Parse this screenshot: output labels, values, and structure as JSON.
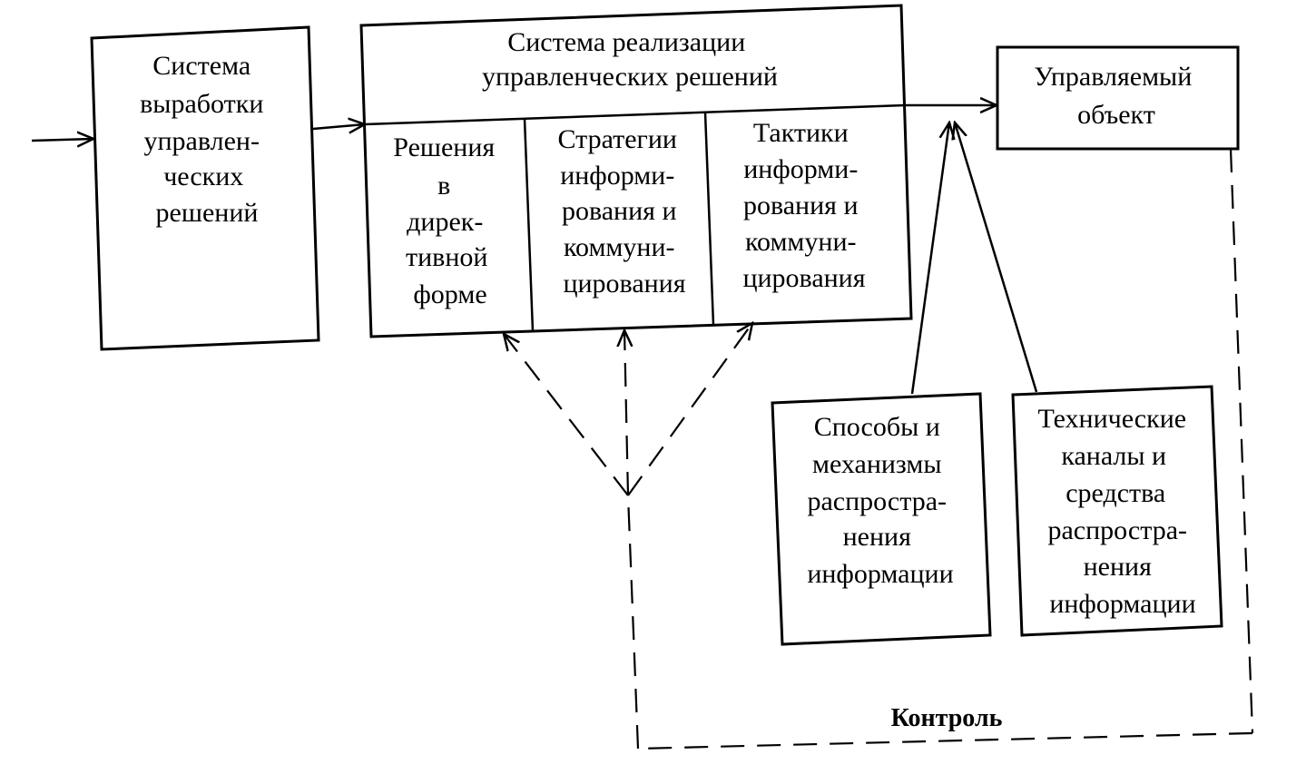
{
  "boxes": {
    "development": {
      "lines": [
        "Система",
        "выработки",
        "управлен-",
        "ческих",
        "решений"
      ]
    },
    "implementation": {
      "title_lines": [
        "Система реализации",
        "управленческих решений"
      ],
      "columns": [
        {
          "lines": [
            "Решения",
            "в",
            "дирек-",
            "тивной",
            "форме"
          ]
        },
        {
          "lines": [
            "Стратегии",
            "информи-",
            "рования и",
            "коммуни-",
            "цирования"
          ]
        },
        {
          "lines": [
            "Тактики",
            "информи-",
            "рования и",
            "коммуни-",
            "цирования"
          ]
        }
      ]
    },
    "managed_object": {
      "lines": [
        "Управляемый",
        "объект"
      ]
    },
    "methods": {
      "lines": [
        "Способы и",
        "механизмы",
        "распростра-",
        "нения",
        "информации"
      ]
    },
    "channels": {
      "lines": [
        "Технические",
        "каналы и",
        "средства",
        "распростра-",
        "нения",
        "информации"
      ]
    }
  },
  "control_label": "Контроль"
}
